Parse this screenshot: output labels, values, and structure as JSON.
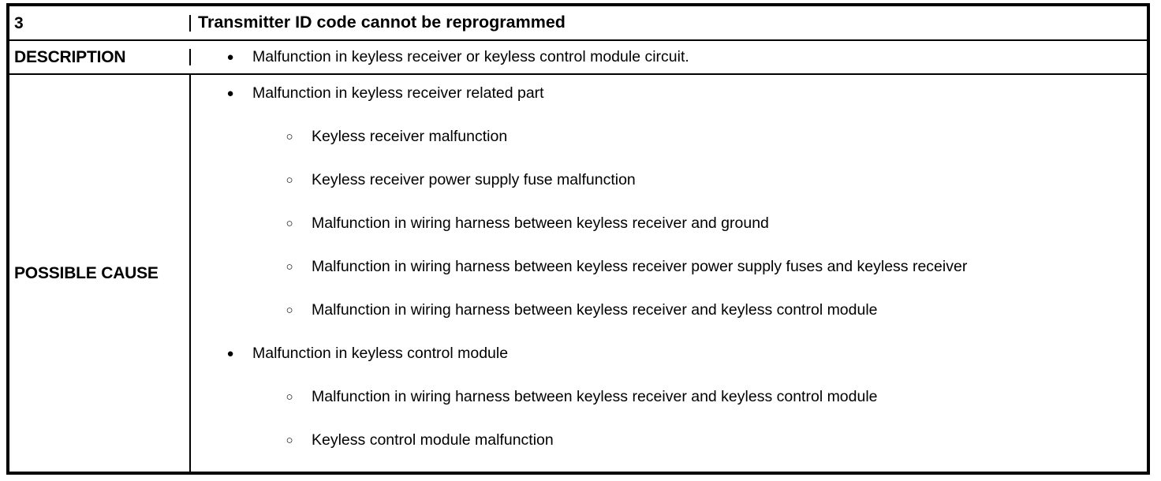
{
  "table": {
    "header": {
      "id": "3",
      "title": "Transmitter ID code cannot be reprogrammed"
    },
    "rows": [
      {
        "label": "DESCRIPTION",
        "items": [
          {
            "level": 1,
            "marker": "filled-disc-bullet",
            "text": "Malfunction in keyless receiver or keyless control module circuit."
          }
        ]
      },
      {
        "label": "POSSIBLE CAUSE",
        "items": [
          {
            "level": 1,
            "marker": "filled-disc-bullet",
            "text": "Malfunction in keyless receiver related part"
          },
          {
            "level": 2,
            "marker": "hollow-circle-bullet",
            "text": "Keyless receiver malfunction"
          },
          {
            "level": 2,
            "marker": "hollow-circle-bullet",
            "text": "Keyless receiver power supply fuse malfunction"
          },
          {
            "level": 2,
            "marker": "hollow-circle-bullet",
            "text": "Malfunction in wiring harness between keyless receiver and ground"
          },
          {
            "level": 2,
            "marker": "hollow-circle-bullet",
            "text": "Malfunction in wiring harness between keyless receiver power supply fuses and keyless receiver"
          },
          {
            "level": 2,
            "marker": "hollow-circle-bullet",
            "text": "Malfunction in wiring harness between keyless receiver and keyless control module"
          },
          {
            "level": 1,
            "marker": "filled-disc-bullet",
            "text": "Malfunction in keyless control module"
          },
          {
            "level": 2,
            "marker": "hollow-circle-bullet",
            "text": "Malfunction in wiring harness between keyless receiver and keyless control module"
          },
          {
            "level": 2,
            "marker": "hollow-circle-bullet",
            "text": "Keyless control module malfunction"
          }
        ]
      }
    ],
    "markers": {
      "filled-disc-bullet": "●",
      "hollow-circle-bullet": "○"
    },
    "colors": {
      "border": "#000000",
      "text": "#000000",
      "background": "#ffffff"
    }
  }
}
